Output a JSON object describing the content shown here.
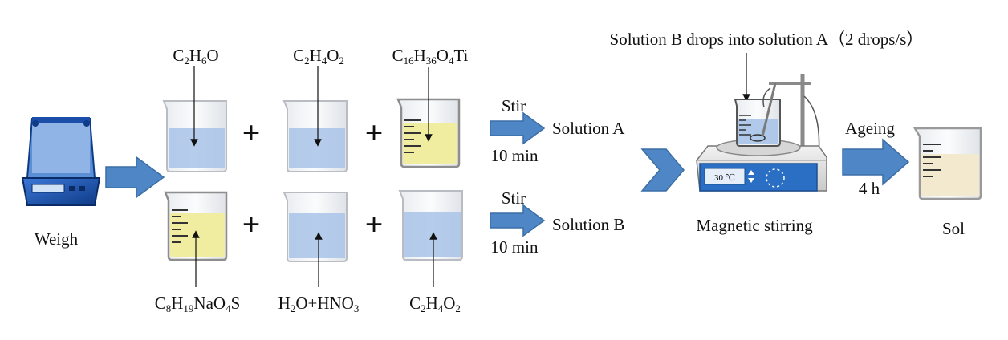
{
  "labels": {
    "weigh": "Weigh",
    "chem_top_1": "C2H6O",
    "chem_top_2": "C2H4O2",
    "chem_top_3": "C16H36O4Ti",
    "chem_bot_1": "C8H19NaO4S",
    "chem_bot_2": "H2O+HNO3",
    "chem_bot_3": "C2H4O2",
    "plus": "+",
    "stir_a": "Stir",
    "time_a": "10 min",
    "solution_a": "Solution  A",
    "stir_b": "Stir",
    "time_b": "10 min",
    "solution_b": "Solution  B",
    "drop_note": "Solution B drops into solution A（2 drops/s）",
    "magnetic": "Magnetic stirring",
    "stirrer_display": "30 ℃",
    "ageing": "Ageing",
    "ageing_time": "4 h",
    "sol": "Sol"
  },
  "colors": {
    "arrow_fill": "#4f86c6",
    "arrow_stroke": "#3a6ea5",
    "liquid_blue": "#a9c3e8",
    "liquid_yellow": "#f1eda0",
    "liquid_cream": "#f3e9cf",
    "glass_stroke": "#b9bcc2",
    "balance_blue": "#1b4ea8",
    "stirrer_blue": "#2a6fc4"
  }
}
